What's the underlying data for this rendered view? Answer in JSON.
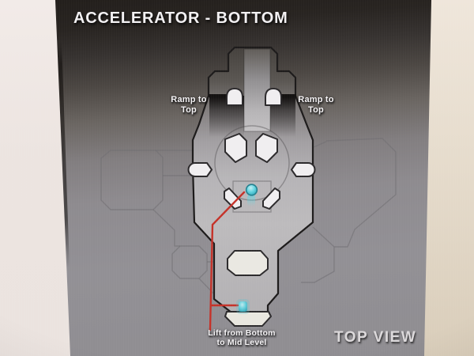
{
  "photo": {
    "header": {
      "title": "ACCELERATOR - BOTTOM"
    },
    "map": {
      "view_label": "TOP VIEW",
      "annotations": {
        "ramp_left": [
          "Ramp to",
          "Top"
        ],
        "ramp_right": [
          "Ramp to",
          "Top"
        ],
        "lift": [
          "Lift from Bottom",
          "to Mid Level"
        ]
      },
      "markers": {
        "lift_pad": "cyan lift pad on lower level",
        "lift_destination": "cyan lift arrival point",
        "route": "red route from lift pad down to bottom exit"
      }
    },
    "colors": {
      "header_dark": "#262220",
      "background_gray": "#908e92",
      "edge_cream_left": "#ece4e0",
      "edge_cream_right": "#e2d7c6",
      "map_fill": "#b5b3b6",
      "map_outline": "#1d1b1b",
      "white_shape": "#f0eef0",
      "accent_cyan": "#4fc3d2",
      "route_red": "#c53229",
      "label_white": "#f4f2f4"
    }
  }
}
